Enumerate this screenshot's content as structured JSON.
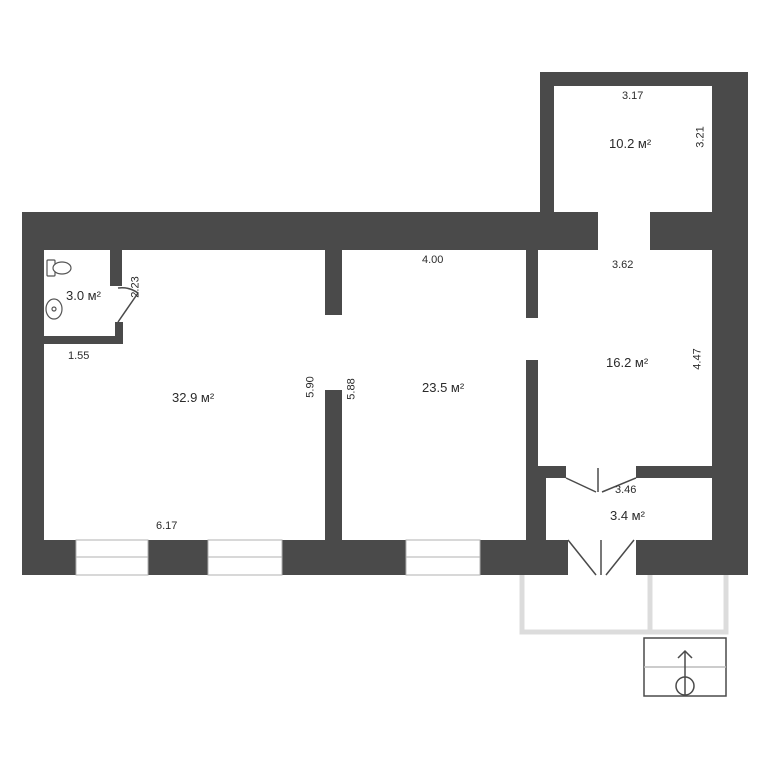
{
  "rooms": {
    "bathroom": {
      "area": "3.0 м²",
      "width": "1.55",
      "depth": "2.23"
    },
    "large_room": {
      "area": "32.9 м²",
      "width": "6.17",
      "depth": "5.90"
    },
    "middle_room": {
      "area": "23.5 м²",
      "width": "4.00",
      "depth": "5.88"
    },
    "top_right_room": {
      "area": "10.2 м²",
      "width": "3.17",
      "depth": "3.21"
    },
    "right_room": {
      "area": "16.2 м²",
      "width": "3.62",
      "depth": "4.47"
    },
    "vestibule": {
      "area": "3.4 м²",
      "width": "3.46"
    }
  },
  "colors": {
    "wall": "#4a4a4a",
    "light_line": "#d8d8d8",
    "background": "#ffffff"
  },
  "icons": [
    "toilet-icon",
    "sink-icon",
    "north-arrow-icon",
    "door-swing-icon"
  ]
}
